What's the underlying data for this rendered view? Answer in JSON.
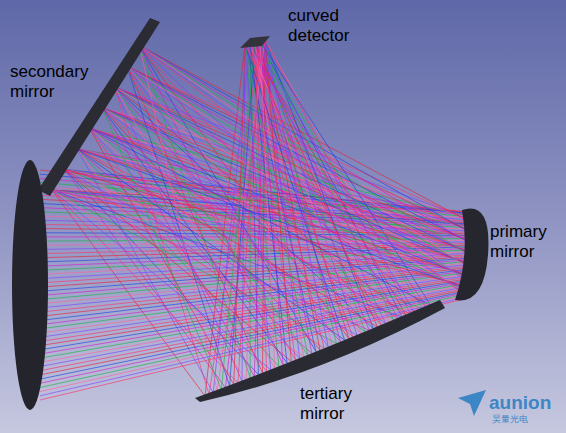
{
  "diagram": {
    "labels": [
      "curved detector",
      "secondary mirror",
      "primary mirror",
      "tertiary mirror",
      "aunion",
      "昊量光电"
    ]
  }
}
